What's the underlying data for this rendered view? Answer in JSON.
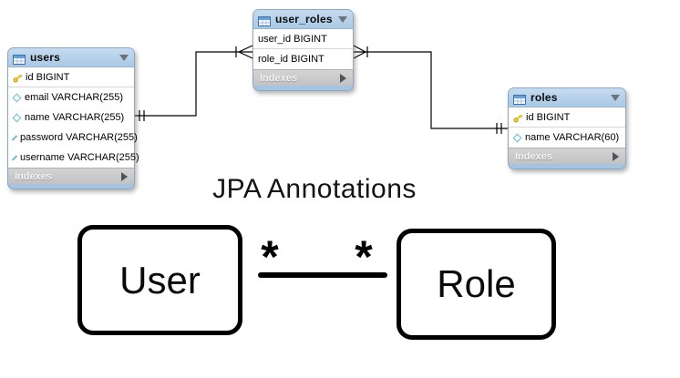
{
  "erd": {
    "tables": [
      {
        "name": "users",
        "footer_label": "Indexes",
        "columns": [
          {
            "icon": "primary-key-icon",
            "text": "id BIGINT"
          },
          {
            "icon": "column-diamond-icon",
            "text": "email VARCHAR(255)"
          },
          {
            "icon": "column-diamond-icon",
            "text": "name VARCHAR(255)"
          },
          {
            "icon": "column-diamond-icon",
            "text": "password VARCHAR(255)"
          },
          {
            "icon": "column-diamond-icon",
            "text": "username VARCHAR(255)"
          }
        ]
      },
      {
        "name": "user_roles",
        "footer_label": "Indexes",
        "columns": [
          {
            "icon": "none",
            "text": "user_id BIGINT"
          },
          {
            "icon": "none",
            "text": "role_id BIGINT"
          }
        ]
      },
      {
        "name": "roles",
        "footer_label": "Indexes",
        "columns": [
          {
            "icon": "primary-key-icon",
            "text": "id BIGINT"
          },
          {
            "icon": "column-diamond-icon",
            "text": "name VARCHAR(60)"
          }
        ]
      }
    ],
    "relationships": [
      {
        "from": "users",
        "to": "user_roles",
        "notation": "one-to-many"
      },
      {
        "from": "roles",
        "to": "user_roles",
        "notation": "one-to-many"
      }
    ]
  },
  "jpa": {
    "title": "JPA Annotations",
    "entities": [
      {
        "label": "User"
      },
      {
        "label": "Role"
      }
    ],
    "left_multiplicity": "*",
    "right_multiplicity": "*"
  },
  "colors": {
    "table_header": "#a9c9e5",
    "indexes_bar": "#c9c9c9",
    "key_icon": "#f0cd2a",
    "diamond_icon": "#6fb9d4",
    "connector": "#000000"
  }
}
